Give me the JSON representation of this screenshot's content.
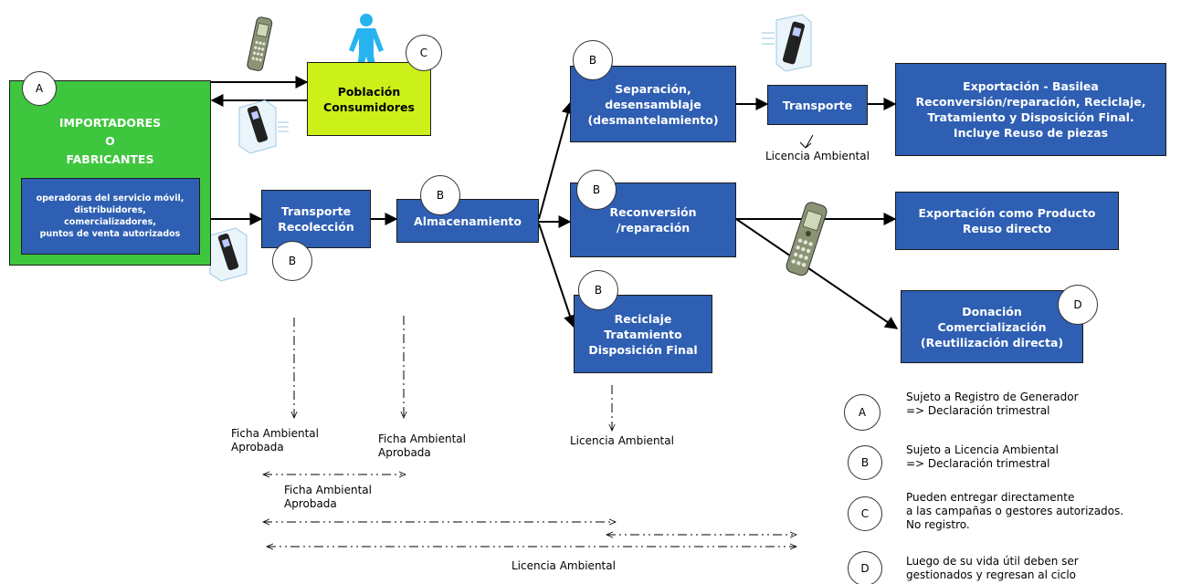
{
  "nodes": {
    "importers": {
      "title_lines": [
        "IMPORTADORES",
        "O",
        "FABRICANTES"
      ],
      "sub_lines": [
        "operadoras del servicio móvil,",
        "distribuidores,",
        "comercializadores,",
        "puntos de venta autorizados"
      ],
      "badge": "A"
    },
    "population": {
      "lines": [
        "Población",
        "Consumidores"
      ],
      "badge": "C"
    },
    "transport_collection": {
      "lines": [
        "Transporte",
        "Recolección"
      ],
      "badge": "B"
    },
    "storage": {
      "lines": [
        "Almacenamiento"
      ],
      "badge": "B"
    },
    "separation": {
      "lines": [
        "Separación,",
        "desensamblaje",
        "(desmantelamiento)"
      ],
      "badge": "B"
    },
    "transport": {
      "lines": [
        "Transporte"
      ]
    },
    "export_basel": {
      "lines": [
        "Exportación - Basilea",
        "Reconversión/reparación, Reciclaje,",
        "Tratamiento y Disposición Final.",
        "Incluye Reuso de piezas"
      ]
    },
    "reconversion": {
      "lines": [
        "Reconversión",
        "/reparación"
      ],
      "badge": "B"
    },
    "export_product": {
      "lines": [
        "Exportación como Producto",
        "Reuso directo"
      ]
    },
    "recycling": {
      "lines": [
        "Reciclaje",
        "Tratamiento",
        "Disposición Final"
      ],
      "badge": "B"
    },
    "donation": {
      "lines": [
        "Donación",
        "Comercialización",
        "(Reutilización directa)"
      ],
      "badge": "D"
    }
  },
  "annotations": {
    "license_transport": "Licencia Ambiental",
    "ficha_1": [
      "Ficha Ambiental",
      "Aprobada"
    ],
    "ficha_2": [
      "Ficha Ambiental",
      "Aprobada"
    ],
    "ficha_3": [
      "Ficha Ambiental",
      "Aprobada"
    ],
    "license_recycling": "Licencia Ambiental",
    "license_bottom": "Licencia Ambiental"
  },
  "legend": [
    {
      "badge": "A",
      "lines": [
        "Sujeto a Registro de Generador",
        "=> Declaración trimestral"
      ]
    },
    {
      "badge": "B",
      "lines": [
        "Sujeto a Licencia Ambiental",
        "=> Declaración trimestral"
      ]
    },
    {
      "badge": "C",
      "lines": [
        "Pueden entregar directamente",
        "a las campañas o gestores autorizados.",
        "No registro."
      ]
    },
    {
      "badge": "D",
      "lines": [
        "Luego de su vida útil deben ser",
        "gestionados y regresan al ciclo"
      ]
    }
  ],
  "icons": [
    "mobile-phone-icon",
    "person-icon"
  ],
  "colors": {
    "process_blue": "#2e5fb3",
    "importers_green": "#3fc63f",
    "population_lime": "#ccf01a"
  }
}
